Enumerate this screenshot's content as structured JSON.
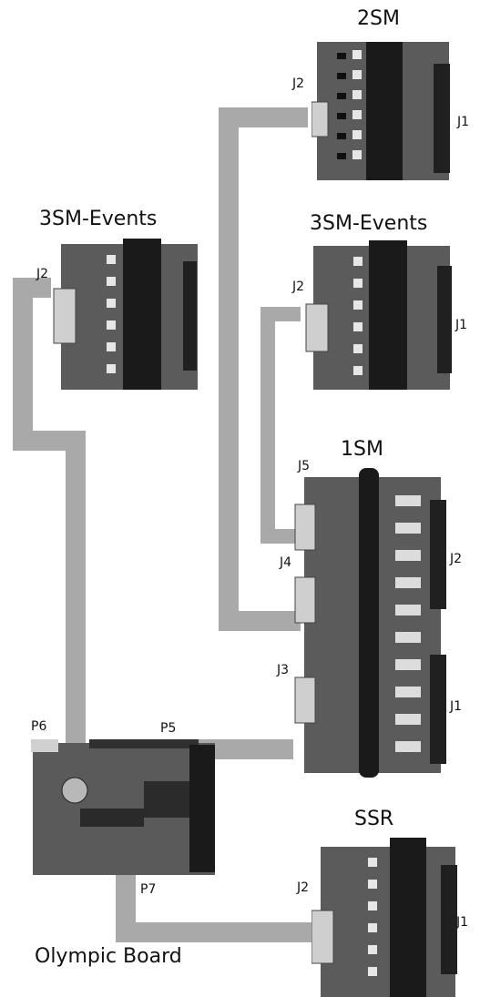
{
  "boards": {
    "sm2": {
      "title": "2SM",
      "left_label": "J2",
      "right_label": "J1"
    },
    "sm3_left": {
      "title": "3SM-Events",
      "left_label": "J2"
    },
    "sm3_right": {
      "title": "3SM-Events",
      "left_label": "J2",
      "right_label": "J1"
    },
    "sm1": {
      "title": "1SM",
      "j5": "J5",
      "j4": "J4",
      "j3": "J3",
      "j2": "J2",
      "j1": "J1"
    },
    "olympic": {
      "title": "Olympic Board",
      "p6": "P6",
      "p5": "P5",
      "p7": "P7"
    },
    "ssr": {
      "title": "SSR",
      "left_label": "J2",
      "right_label": "J1"
    }
  },
  "colors": {
    "cable": "#a9a9a9",
    "pcb": "#5b5b5b",
    "relay": "#1a1a1a"
  }
}
